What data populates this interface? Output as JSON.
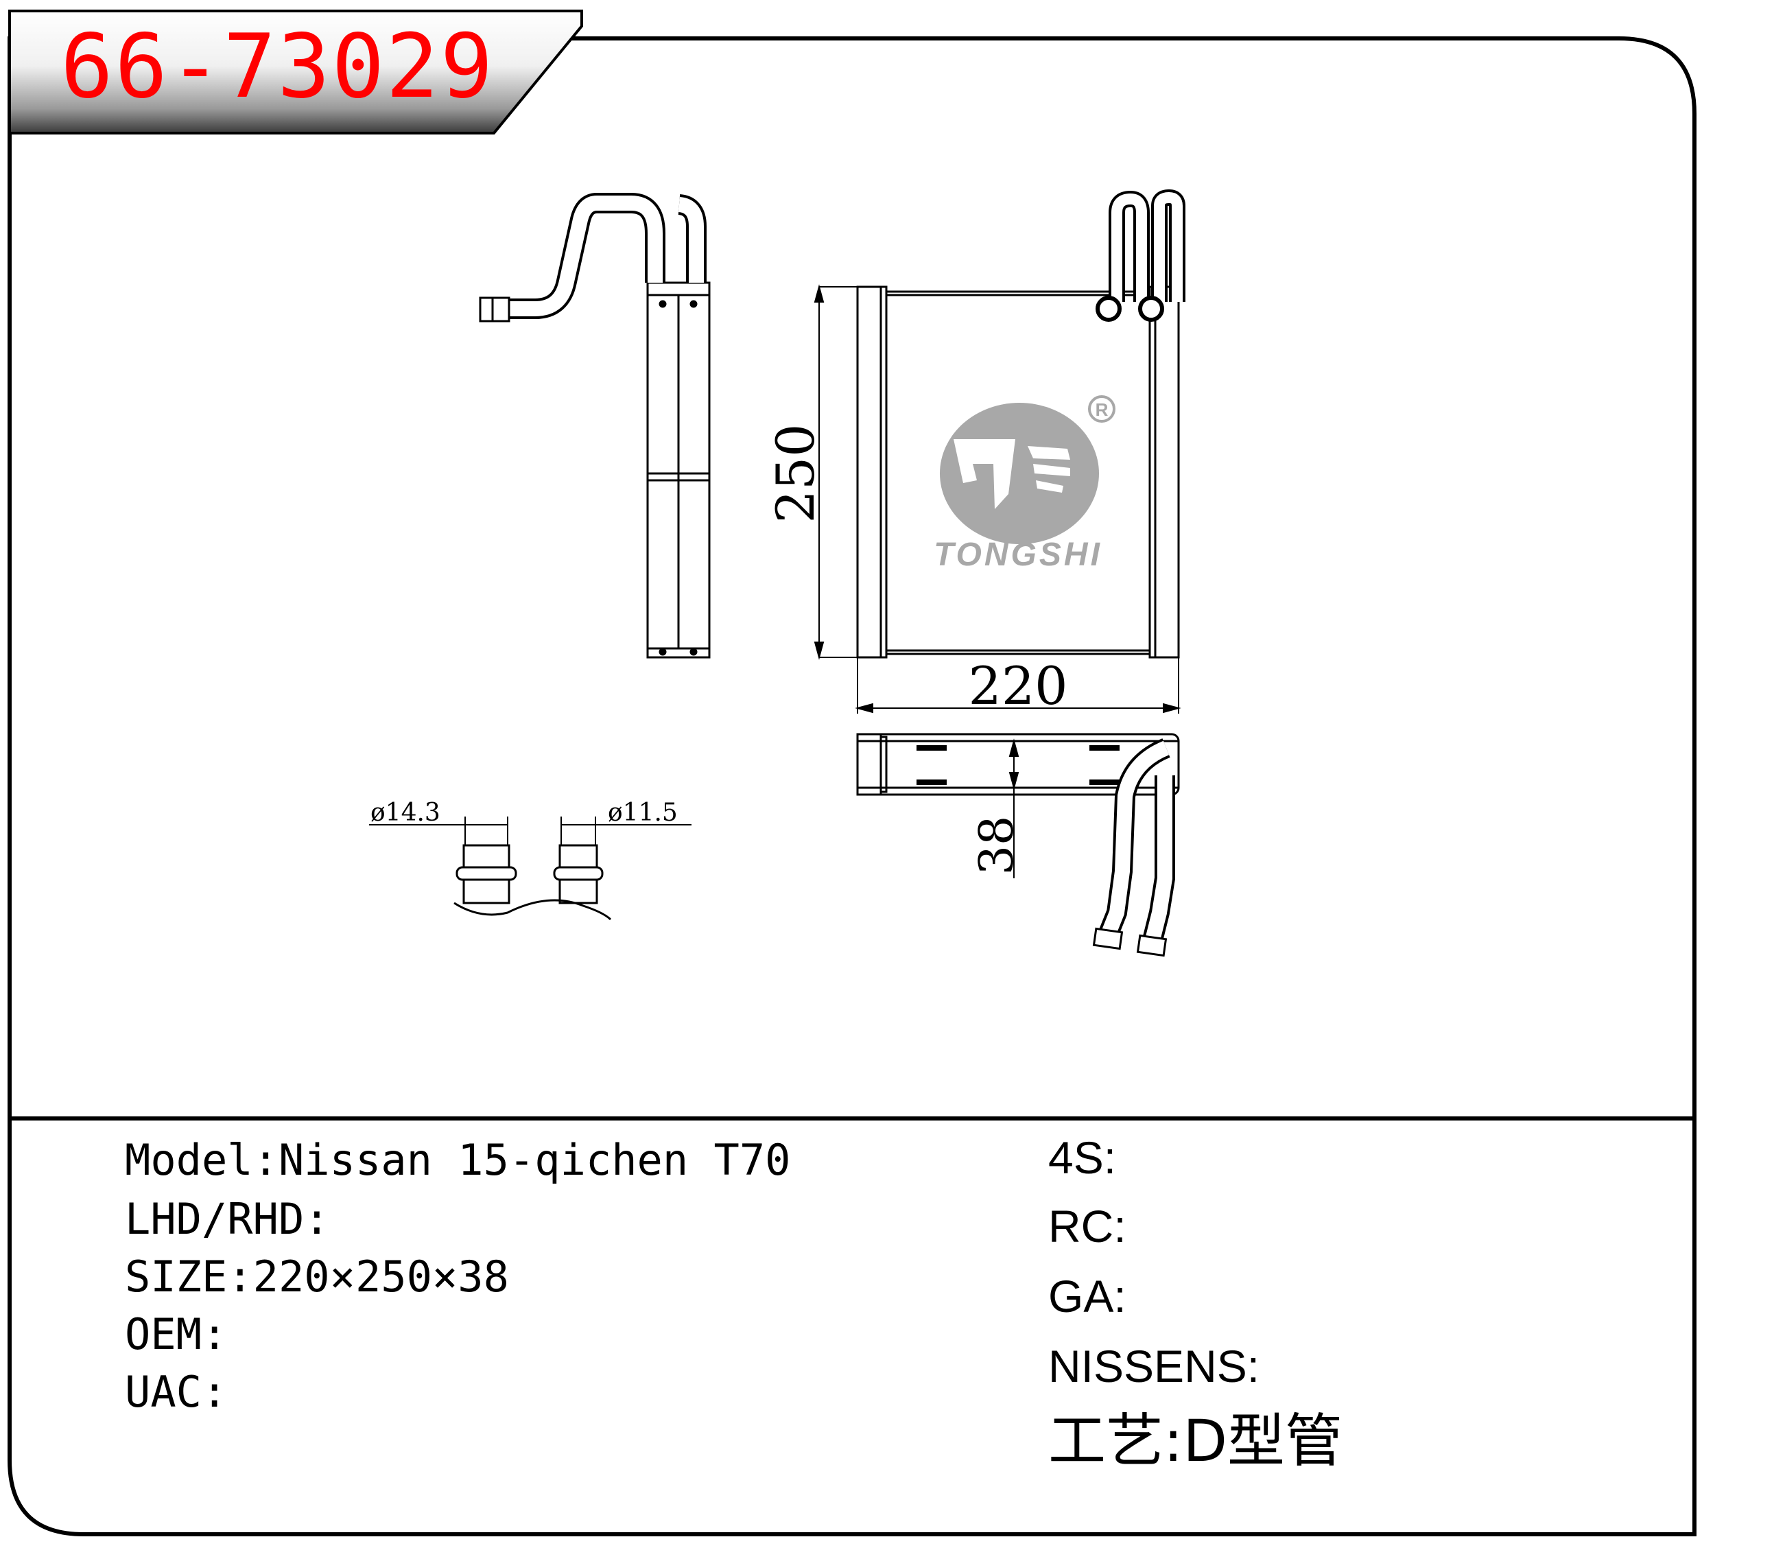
{
  "header": {
    "part_number": "66-73029"
  },
  "drawing": {
    "dim_height": "250",
    "dim_width": "220",
    "dim_depth": "38",
    "pipe_dia_left": "ø14.3",
    "pipe_dia_right": "ø11.5",
    "brand": "TONGSHI",
    "registered_mark": "R"
  },
  "specs": {
    "model_label": "Model:",
    "model_value": "Nissan 15-qichen T70",
    "lhd_rhd_label": "LHD/RHD:",
    "size_label": "SIZE:",
    "size_value": "220×250×38",
    "oem_label": "OEM:",
    "uac_label": "UAC:"
  },
  "refs": {
    "s4_label": "4S:",
    "rc_label": "RC:",
    "ga_label": "GA:",
    "nissens_label": "NISSENS:",
    "process_label": "工艺:",
    "process_value": "D型管"
  }
}
